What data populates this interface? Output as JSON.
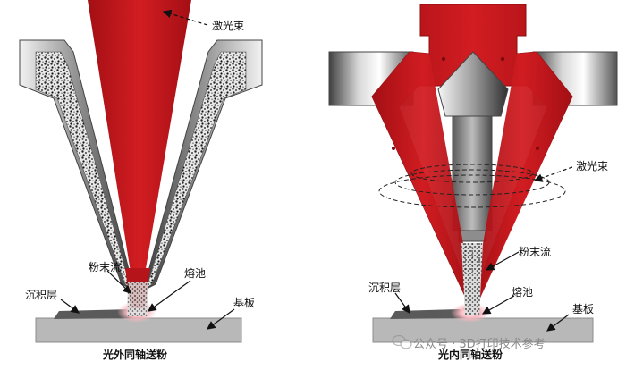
{
  "left": {
    "laser_label": "激光束",
    "powder_label": "粉末流",
    "deposit_label": "沉积层",
    "pool_label": "熔池",
    "substrate_label": "基板",
    "caption": "光外同轴送粉"
  },
  "right": {
    "laser_label": "激光束",
    "powder_label": "粉末流",
    "deposit_label": "沉积层",
    "pool_label": "熔池",
    "substrate_label": "基板",
    "caption": "光内同轴送粉"
  },
  "watermark": "公众号 · 3D打印技术参考",
  "colors": {
    "laser_red": "#c0161b",
    "nozzle_gray": "#8a8a8a",
    "substrate_gray": "#b5b5b5",
    "pool_glow": "#f4a0a8"
  }
}
